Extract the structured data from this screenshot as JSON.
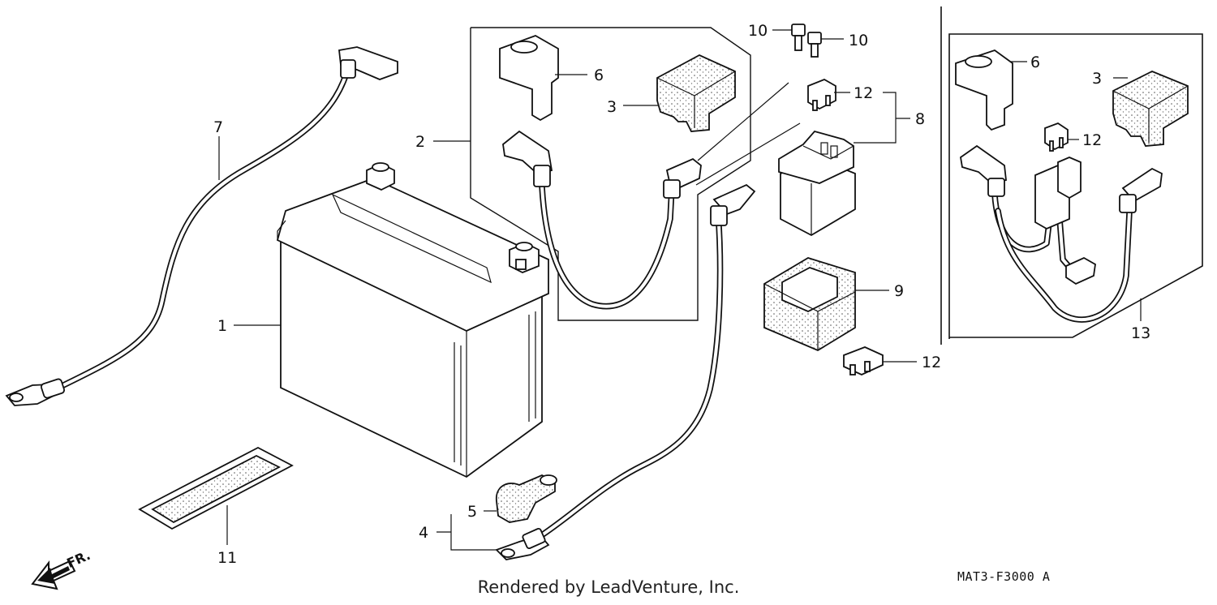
{
  "diagram": {
    "footer_text": "Rendered by LeadVenture, Inc.",
    "diagram_code": "MAT3-F3000 A",
    "front_arrow_label": "FR.",
    "callouts": {
      "battery": "1",
      "cable_group": "2",
      "cover_left": "3",
      "cover_right": "3",
      "cable_assy": "4",
      "terminal_cap": "5",
      "cap_left": "6",
      "cap_right": "6",
      "ground_cable": "7",
      "relay_group": "8",
      "relay_holder": "9",
      "bolt_a": "10",
      "bolt_b": "10",
      "ground_strap": "11",
      "fuse_top": "12",
      "fuse_bottom": "12",
      "fuse_right": "12",
      "harness": "13"
    },
    "icons": [
      "front-arrow-icon"
    ]
  }
}
